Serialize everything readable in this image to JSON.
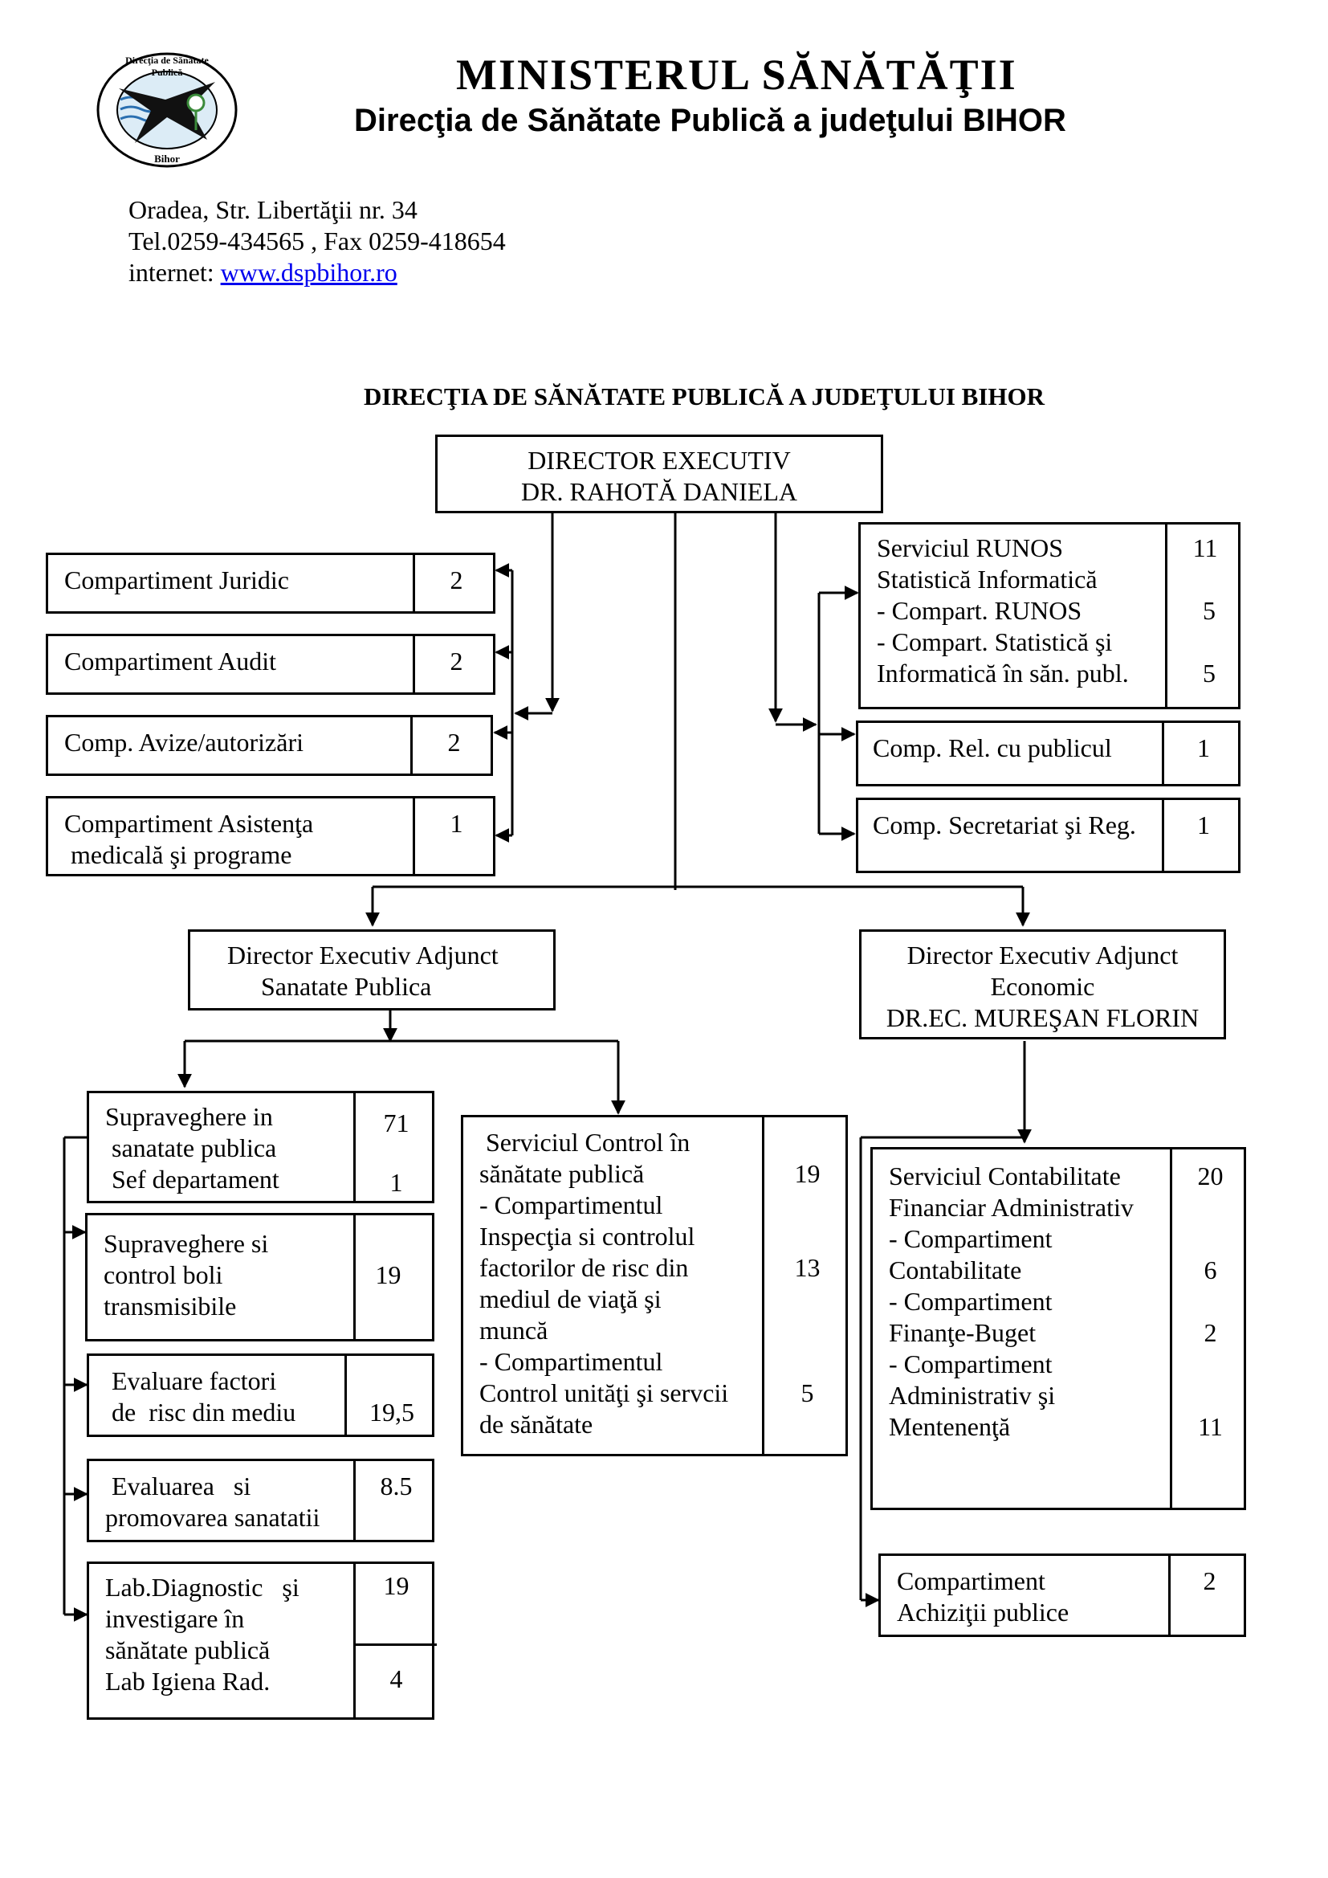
{
  "header": {
    "logo_text_top": "Direcţia de Sănătate Publică",
    "logo_text_bottom": "Bihor",
    "ministry": "MINISTERUL  SĂNĂTĂŢII",
    "directorate": "Direcţia  de  Sănătate  Publică a judeţului  BIHOR",
    "address": "Oradea, Str. Libertăţii nr. 34",
    "phone": "Tel.0259-434565 , Fax 0259-418654",
    "internet_label": "internet: ",
    "internet_link": "www.dspbihor.ro"
  },
  "chart_title": "DIRECŢIA DE SĂNĂTATE PUBLICĂ A JUDEŢULUI BIHOR",
  "director": {
    "line1": "DIRECTOR EXECUTIV",
    "line2": "DR. RAHOTĂ DANIELA"
  },
  "left_units": [
    {
      "line1": "Compartiment Juridic",
      "line2": "",
      "count": "2"
    },
    {
      "line1": "Compartiment Audit",
      "line2": "",
      "count": "2"
    },
    {
      "line1": "Comp. Avize/autorizări",
      "line2": "",
      "count": "2"
    },
    {
      "line1": "Compartiment Asistenţa",
      "line2": " medicală şi programe",
      "count": "1"
    }
  ],
  "runos": {
    "lines": [
      "Serviciul RUNOS",
      "Statistică Informatică",
      "- Compart. RUNOS",
      "- Compart. Statistică şi",
      "Informatică în săn. publ."
    ],
    "counts": [
      "11",
      "",
      "5",
      "",
      "5"
    ]
  },
  "right_units": [
    {
      "label": "Comp. Rel. cu publicul",
      "count": "1"
    },
    {
      "label": "Comp. Secretariat şi Reg.",
      "count": "1"
    }
  ],
  "deputy_public_health": {
    "line1": "Director Executiv Adjunct",
    "line2": "Sanatate Publica"
  },
  "deputy_economic": {
    "line1": "Director Executiv Adjunct",
    "line2": "Economic",
    "line3": "DR.EC. MUREŞAN FLORIN"
  },
  "health_units": [
    {
      "lines": [
        "Supraveghere in",
        " sanatate publica",
        " Sef departament"
      ],
      "counts": [
        "71",
        "1"
      ]
    },
    {
      "lines": [
        "Supraveghere si",
        "control boli",
        "transmisibile"
      ],
      "counts": [
        "19"
      ]
    },
    {
      "lines": [
        " Evaluare factori",
        " de  risc din mediu"
      ],
      "counts": [
        "19,5"
      ]
    },
    {
      "lines": [
        " Evaluarea   si",
        "promovarea sanatatii"
      ],
      "counts": [
        "8.5"
      ]
    },
    {
      "lines": [
        "Lab.Diagnostic   şi",
        "investigare în",
        "sănătate publică",
        "Lab Igiena Rad."
      ],
      "counts": [
        "19",
        "4"
      ]
    }
  ],
  "control_service": {
    "lines": [
      " Serviciul Control în",
      "sănătate publică",
      "- Compartimentul",
      "Inspecţia si controlul",
      "factorilor de risc din",
      "mediul de viaţă şi",
      "muncă",
      "- Compartimentul",
      "Control unităţi şi servcii",
      "de sănătate"
    ],
    "counts": [
      "19",
      "",
      "",
      "13",
      "",
      "",
      "",
      "5"
    ]
  },
  "accounting_service": {
    "lines": [
      "Serviciul Contabilitate",
      "Financiar Administrativ",
      "- Compartiment",
      "Contabilitate",
      "- Compartiment",
      "Finanţe-Buget",
      "- Compartiment",
      "Administrativ şi",
      "Mentenenţă"
    ],
    "counts": [
      "20",
      "",
      "",
      "6",
      "",
      "2",
      "",
      "",
      "11"
    ]
  },
  "procurement": {
    "line1": "Compartiment",
    "line2": "Achiziţii publice",
    "count": "2"
  }
}
